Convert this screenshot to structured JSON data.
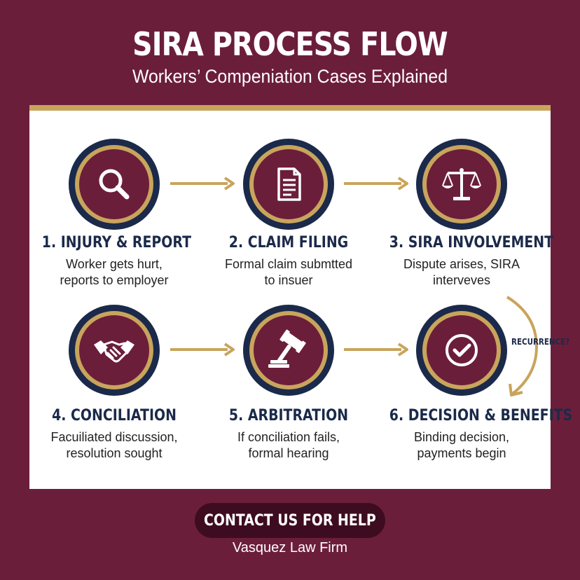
{
  "header": {
    "title": "SIRA PROCESS FLOW",
    "subtitle": "Workers’ Compeniation Cases Explained"
  },
  "steps": [
    {
      "title": "1. INJURY & REPORT",
      "desc_line1": "Worker gets hurt,",
      "desc_line2": "reports to employer",
      "icon": "magnifying-glass-icon"
    },
    {
      "title": "2. CLAIM FILING",
      "desc_line1": "Formal claim submtted",
      "desc_line2": "to insuer",
      "icon": "document-icon"
    },
    {
      "title": "3. SIRA INVOLVEMENT",
      "desc_line1": "Dispute arises, SIRA",
      "desc_line2": "interveves",
      "icon": "scales-icon"
    },
    {
      "title": "4. CONCILIATION",
      "desc_line1": "Facuiliated discussion,",
      "desc_line2": "resolution sought",
      "icon": "handshake-icon"
    },
    {
      "title": "5. ARBITRATION",
      "desc_line1": "If conciliation fails,",
      "desc_line2": "formal hearing",
      "icon": "gavel-icon"
    },
    {
      "title": "6. DECISION & BENEFITS",
      "desc_line1": "Binding decision,",
      "desc_line2": "payments begin",
      "icon": "checkmark-icon"
    }
  ],
  "recurrence": {
    "label": "RECURRENCE?"
  },
  "cta": {
    "label": "CONTACT US FOR HELP"
  },
  "footer": {
    "firm": "Vasquez Law Firm"
  },
  "colors": {
    "background": "#6b1e3a",
    "gold": "#c9a45c",
    "navy": "#1b2a4a",
    "panel": "#ffffff",
    "button": "#3e0c20"
  }
}
